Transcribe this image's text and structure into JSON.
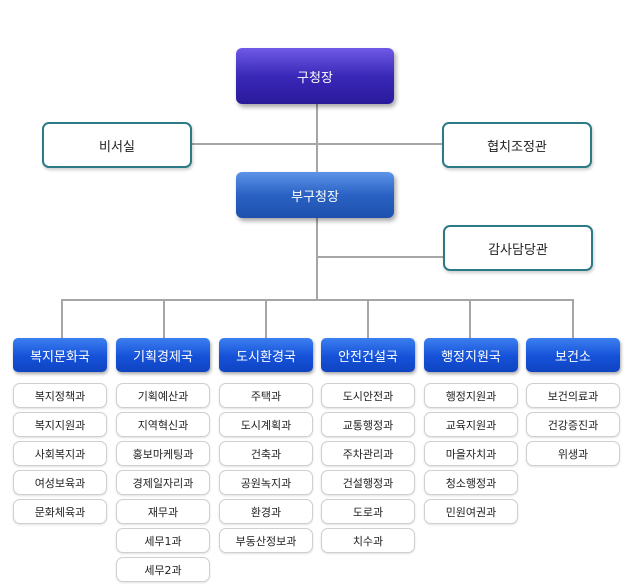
{
  "chart_data": {
    "type": "org-chart",
    "head": "구청장",
    "staff_left": "비서실",
    "staff_right": "협치조정관",
    "deputy": "부구청장",
    "deputy_staff": "감사담당관",
    "departments": [
      {
        "name": "복지문화국",
        "sections": [
          "복지정책과",
          "복지지원과",
          "사회복지과",
          "여성보육과",
          "문화체육과"
        ]
      },
      {
        "name": "기획경제국",
        "sections": [
          "기획예산과",
          "지역혁신과",
          "홍보마케팅과",
          "경제일자리과",
          "재무과",
          "세무1과",
          "세무2과"
        ]
      },
      {
        "name": "도시환경국",
        "sections": [
          "주택과",
          "도시계획과",
          "건축과",
          "공원녹지과",
          "환경과",
          "부동산정보과"
        ]
      },
      {
        "name": "안전건설국",
        "sections": [
          "도시안전과",
          "교통행정과",
          "주차관리과",
          "건설행정과",
          "도로과",
          "치수과"
        ]
      },
      {
        "name": "행정지원국",
        "sections": [
          "행정지원과",
          "교육지원과",
          "마을자치과",
          "청소행정과",
          "민원여권과"
        ]
      },
      {
        "name": "보건소",
        "sections": [
          "보건의료과",
          "건강증진과",
          "위생과"
        ]
      }
    ]
  }
}
